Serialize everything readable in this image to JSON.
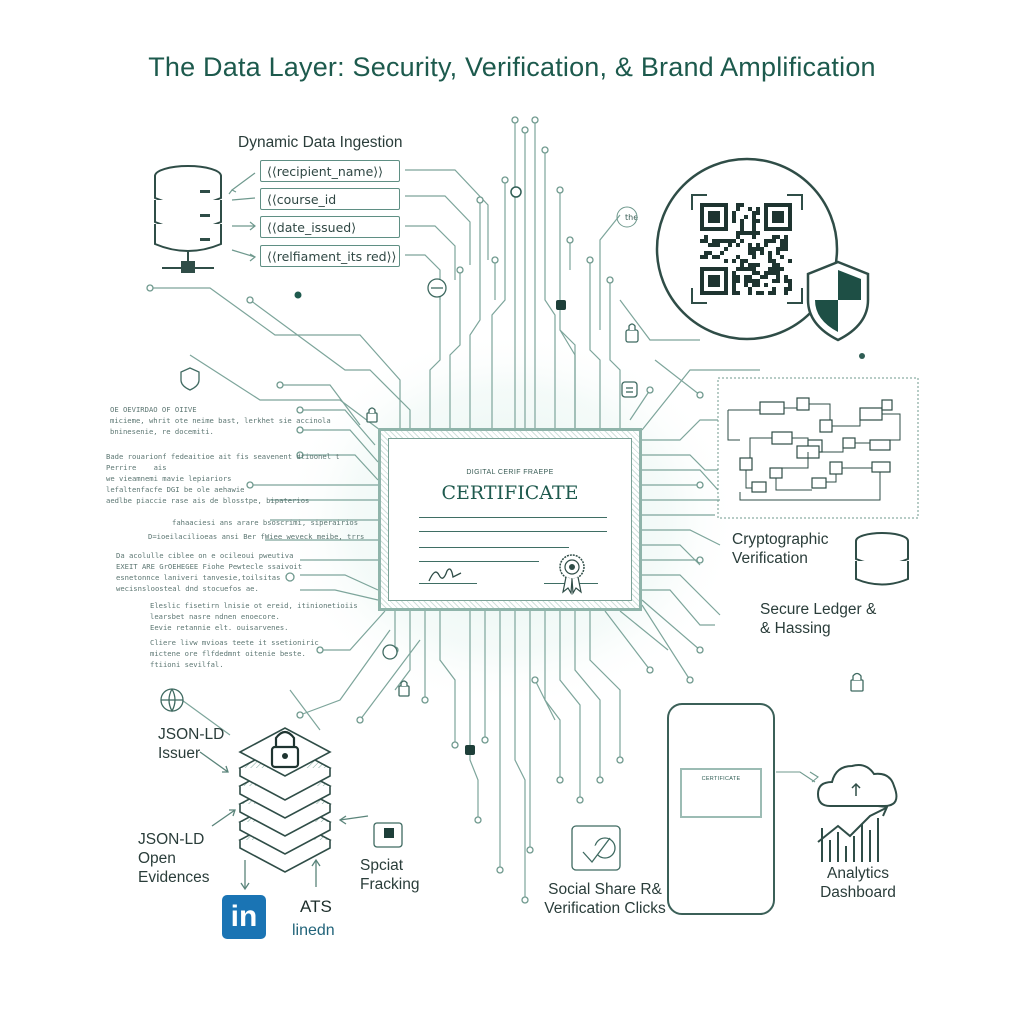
{
  "title": "The Data Layer: Security, Verification, & Brand Amplification",
  "ingestion": {
    "label": "Dynamic Data Ingestion",
    "fields": [
      "⟨⟨recipient_name⟩⟩",
      "⟨⟨course_id",
      "⟨⟨date_issued⟩",
      "⟨⟨relfiament_its red⟩⟩"
    ]
  },
  "certificate": {
    "kicker": "DIGITAL CERIF FRAEPE",
    "title": "CERTIFICATE"
  },
  "right": {
    "crypto": "Cryptographic\nVerification",
    "ledger": "Secure Ledger &\n& Hassing",
    "social": "Social Share R&\nVerification Clicks",
    "analytics": "Analytics\nDashboard"
  },
  "left": {
    "issuer": "JSON-LD\nIssuer",
    "evidence": "JSON-LD\nOpen\nEvidences",
    "tracking": "Spciat\nFracking",
    "ats": "ATS",
    "linedn": "linedn",
    "linkedin": "in"
  },
  "phone": {
    "cert_title": "CERTIFICATE"
  },
  "text_blocks": [
    "OE OEVIRDAO OF OIIVE\nmicieme, whrit ote neime bast, lerkhet sie accinola\nbninesenie, re docemiti.",
    "Bade rouarionf fedeaitioe ait fis seavenent dtioonel t\nPerrire    ais\nwe vieamnemi mavie lepiariors\nlefaltenfacfe DGI be ole aehawie\naedlbe piaccie rase ais de blosstpe, bipaterios",
    "fahaaciesi ans arare bsoscrimi, siperairios",
    "D=ioeilacilioeas ansi Ber fWiee weveck meibe, trrs",
    "Da acolulle ciblee on e ocileoui pweutiva\nEXEIT ARE GrOEHEGEE Fiohe Pewtecle ssaivoit\nesnetonnce laniveri tanvesie,toilsitas\nwecisnsloosteal dnd stocuefos ae.",
    "Eleslic fisetirn lnisie ot ereid, itinionetioiis\nlearsbet nasre ndnen enoecore.\nEevie retannie elt. ouisarvenes.",
    "Cliere livw mvioas teete it ssetioniric\nmictene ore flfdedmnt oitenie beste.\nftiioni sevilfal."
  ]
}
